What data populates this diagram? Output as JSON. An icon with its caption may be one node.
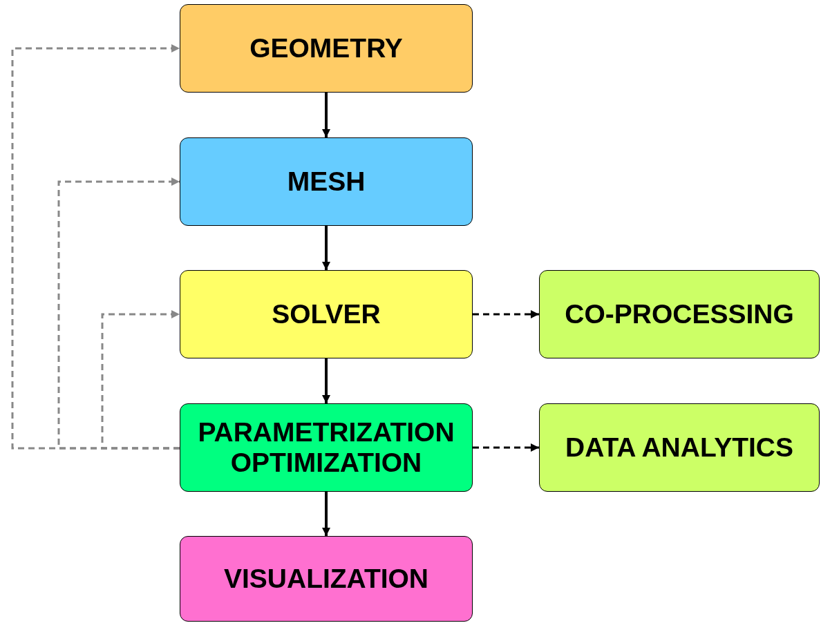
{
  "diagram": {
    "nodes": [
      {
        "text": [
          "GEOMETRY"
        ]
      },
      {
        "text": [
          "MESH"
        ]
      },
      {
        "text": [
          "SOLVER"
        ]
      },
      {
        "text": [
          "PARAMETRIZATION OPTIMIZATION"
        ]
      },
      {
        "text": [
          "VISUALIZATION"
        ]
      },
      {
        "text": [
          "CO-PROCESSING"
        ]
      },
      {
        "text": [
          "DATA ANALYTICS"
        ]
      }
    ],
    "edges": [
      {
        "from": 0,
        "to": 1,
        "arrow": "to"
      },
      {
        "from": 1,
        "to": 2,
        "arrow": "to"
      },
      {
        "from": 2,
        "to": 3,
        "arrow": "to"
      },
      {
        "from": 3,
        "to": 4,
        "arrow": "to"
      },
      {
        "from": 2,
        "to": 5,
        "arrow": "to",
        "style": "dashed"
      },
      {
        "from": 3,
        "to": 6,
        "arrow": "to",
        "style": "dashed"
      },
      {
        "from": 3,
        "to": 0,
        "arrow": "to",
        "style": "dashed",
        "color": "#888888"
      },
      {
        "from": 3,
        "to": 1,
        "arrow": "to",
        "style": "dashed",
        "color": "#888888"
      },
      {
        "from": 3,
        "to": 2,
        "arrow": "to",
        "style": "dashed",
        "color": "#888888"
      }
    ]
  }
}
